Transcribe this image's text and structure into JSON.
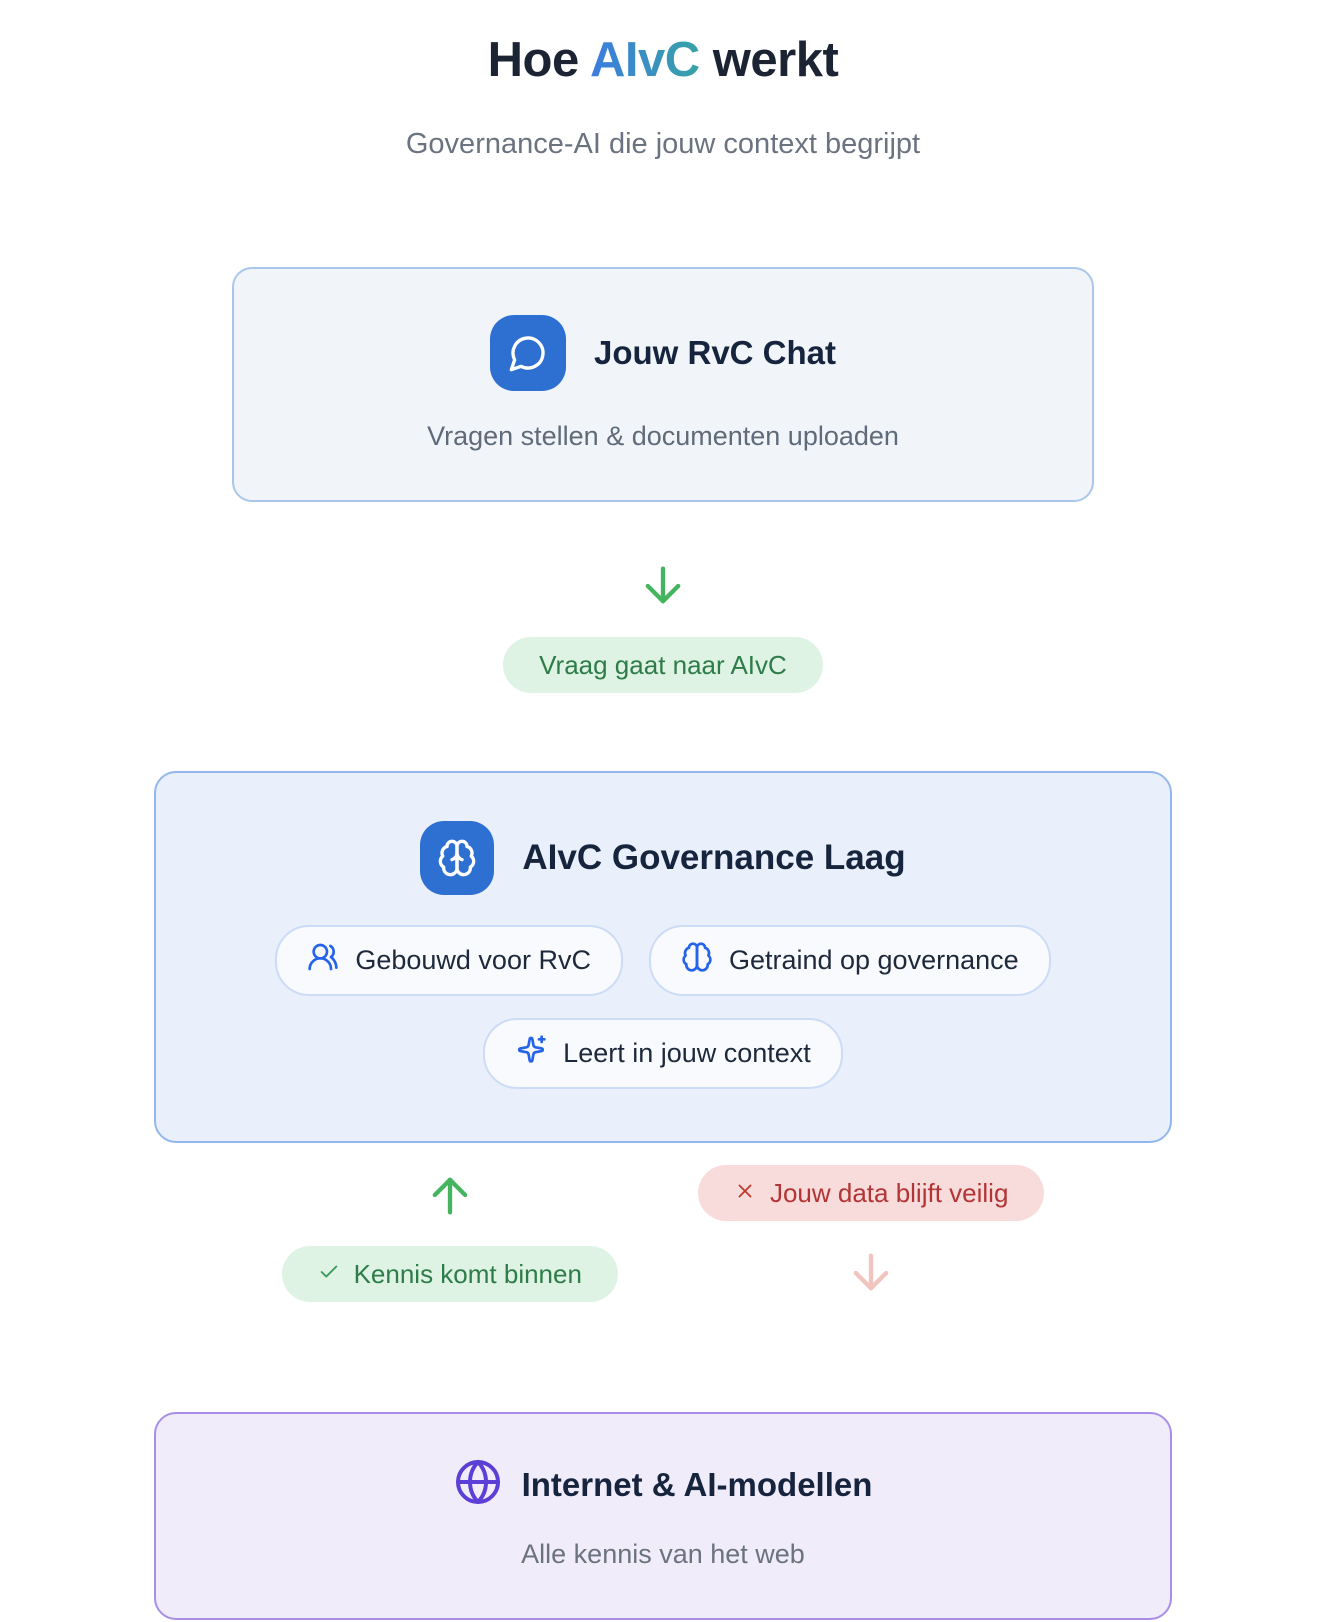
{
  "page": {
    "title_prefix": "Hoe ",
    "title_brand": "AIvC",
    "title_suffix": " werkt",
    "subtitle": "Governance-AI die jouw context begrijpt"
  },
  "chat_box": {
    "icon": "message-circle-icon",
    "title": "Jouw RvC Chat",
    "subtitle": "Vragen stellen & documenten uploaden"
  },
  "flow_down": {
    "icon": "arrow-down-icon",
    "label": "Vraag gaat naar AIvC"
  },
  "governance_box": {
    "icon": "brain-icon",
    "title": "AIvC Governance Laag",
    "features": [
      {
        "icon": "users-icon",
        "label": "Gebouwd voor RvC"
      },
      {
        "icon": "brain-icon",
        "label": "Getraind op governance"
      },
      {
        "icon": "sparkles-icon",
        "label": "Leert in jouw context"
      }
    ]
  },
  "flow_up": {
    "icon": "arrow-up-icon",
    "badge_icon": "check-icon",
    "label": "Kennis komt binnen"
  },
  "flow_blocked": {
    "icon": "arrow-down-icon",
    "badge_icon": "x-icon",
    "label": "Jouw data blijft veilig"
  },
  "internet_box": {
    "icon": "globe-icon",
    "title": "Internet & AI-modellen",
    "subtitle": "Alle kennis van het web"
  },
  "colors": {
    "title_navy": "#1c2433",
    "brand_gradient_start": "#3b7ce0",
    "brand_gradient_end": "#38a3a5",
    "accent_blue_tile": "#2e6fd2",
    "pill_icon_blue": "#2563eb",
    "green_arrow": "#44b45e",
    "green_pill_bg": "#def3e3",
    "green_pill_text": "#2e7c49",
    "red_pill_bg": "#f8dcdc",
    "red_pill_text": "#b23434",
    "red_arrow": "#f2c4c0",
    "purple_globe": "#5b3fd6",
    "chat_card_bg": "#f1f5fa",
    "chat_card_border": "#a9c7ec",
    "gov_card_bg": "#e9effb",
    "gov_card_border": "#92b7ef",
    "net_card_bg": "#f0ecfa",
    "net_card_border": "#a98ee8"
  }
}
